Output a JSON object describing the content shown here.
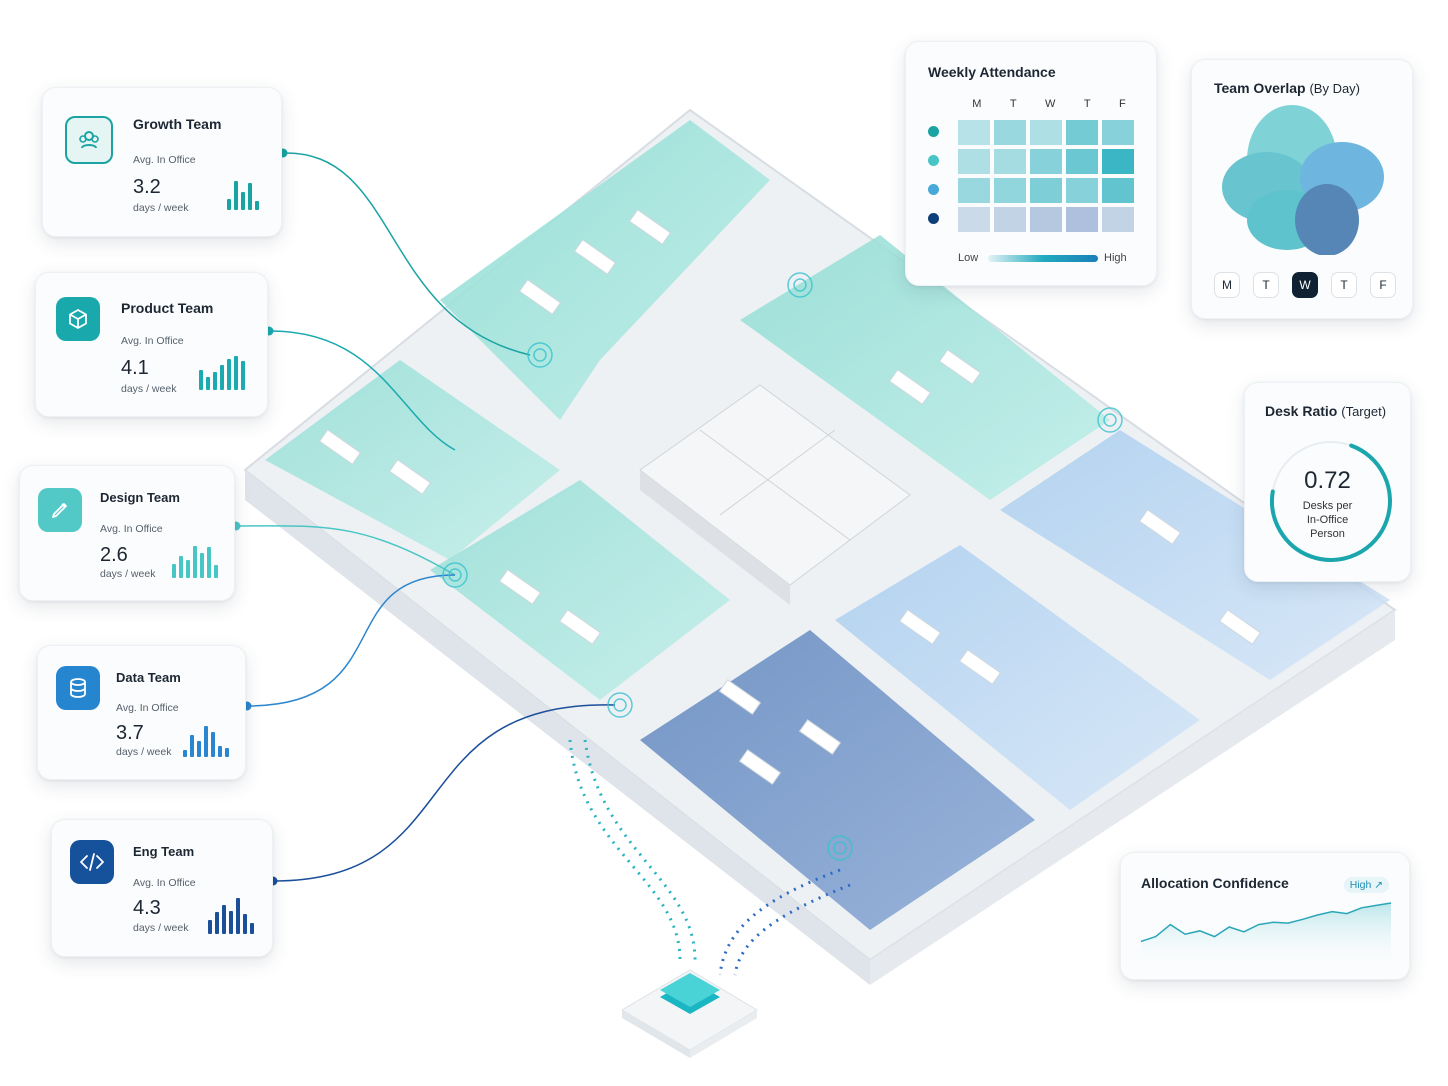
{
  "teams": [
    {
      "name": "Growth Team",
      "metric_label": "Avg. In Office",
      "value": "3.2",
      "unit": "days / week",
      "icon": "people-icon",
      "color": "#1aa3a3",
      "bars": [
        0.3,
        0.8,
        0.5,
        0.75,
        0.25
      ]
    },
    {
      "name": "Product Team",
      "metric_label": "Avg. In Office",
      "value": "4.1",
      "unit": "days / week",
      "icon": "cube-icon",
      "color": "#1aaab0",
      "bars": [
        0.55,
        0.35,
        0.5,
        0.7,
        0.85,
        0.95,
        0.8
      ]
    },
    {
      "name": "Design Team",
      "metric_label": "Avg. In Office",
      "value": "2.6",
      "unit": "days / week",
      "icon": "pen-icon",
      "color": "#48c6c6",
      "bars": [
        0.4,
        0.6,
        0.5,
        0.9,
        0.7,
        0.85,
        0.35
      ]
    },
    {
      "name": "Data Team",
      "metric_label": "Avg. In Office",
      "value": "3.7",
      "unit": "days / week",
      "icon": "database-icon",
      "color": "#2b86cf",
      "bars": [
        0.2,
        0.6,
        0.45,
        0.85,
        0.7,
        0.3,
        0.25
      ]
    },
    {
      "name": "Eng Team",
      "metric_label": "Avg. In Office",
      "value": "4.3",
      "unit": "days / week",
      "icon": "code-icon",
      "color": "#1b4f9a",
      "bars": [
        0.4,
        0.6,
        0.8,
        0.65,
        1.0,
        0.55,
        0.3
      ]
    }
  ],
  "weekly_attendance": {
    "title": "Weekly Attendance",
    "days": [
      "M",
      "T",
      "W",
      "T",
      "F"
    ],
    "team_colors": [
      "#1aa3a3",
      "#48c6c6",
      "#48a8d8",
      "#0f3f7a"
    ],
    "levels": [
      [
        0.25,
        0.4,
        0.3,
        0.6,
        0.5
      ],
      [
        0.3,
        0.35,
        0.5,
        0.65,
        0.9
      ],
      [
        0.4,
        0.45,
        0.55,
        0.5,
        0.7
      ],
      [
        0.35,
        0.45,
        0.6,
        0.7,
        0.45
      ]
    ],
    "low_label": "Low",
    "high_label": "High"
  },
  "team_overlap": {
    "title": "Team Overlap",
    "title_suffix": "(By Day)",
    "days": [
      "M",
      "T",
      "W",
      "T",
      "F"
    ],
    "selected_index": 2
  },
  "desk_ratio": {
    "title": "Desk Ratio",
    "title_suffix": "(Target)",
    "value": "0.72",
    "caption_lines": [
      "Desks per",
      "In-Office",
      "Person"
    ],
    "fraction": 0.72
  },
  "allocation_confidence": {
    "title": "Allocation Confidence",
    "badge": "High ↗",
    "trend": [
      0.2,
      0.3,
      0.55,
      0.35,
      0.42,
      0.3,
      0.5,
      0.4,
      0.55,
      0.6,
      0.58,
      0.66,
      0.75,
      0.82,
      0.78,
      0.9,
      0.95,
      1.0
    ]
  },
  "colors": {
    "teal": "#1aa3a3",
    "blue": "#2b86cf",
    "navy": "#1b4f9a"
  }
}
